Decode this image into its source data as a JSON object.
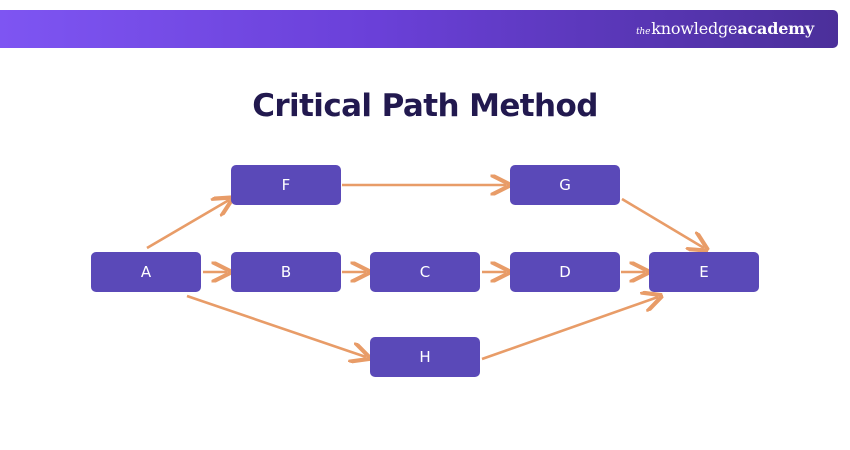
{
  "header": {
    "brand_prefix": "the",
    "brand_main": "knowledge",
    "brand_suffix": "academy"
  },
  "title": "Critical Path Method",
  "colors": {
    "node_fill": "#5a49b8",
    "edge": "#e89c68",
    "title": "#22194f"
  },
  "nodes": [
    {
      "id": "A",
      "label": "A"
    },
    {
      "id": "F",
      "label": "F"
    },
    {
      "id": "B",
      "label": "B"
    },
    {
      "id": "H",
      "label": "H"
    },
    {
      "id": "C",
      "label": "C"
    },
    {
      "id": "G",
      "label": "G"
    },
    {
      "id": "D",
      "label": "D"
    },
    {
      "id": "E",
      "label": "E"
    }
  ],
  "edges": [
    {
      "from": "A",
      "to": "F"
    },
    {
      "from": "A",
      "to": "B"
    },
    {
      "from": "A",
      "to": "H"
    },
    {
      "from": "F",
      "to": "G"
    },
    {
      "from": "B",
      "to": "C"
    },
    {
      "from": "C",
      "to": "D"
    },
    {
      "from": "D",
      "to": "E"
    },
    {
      "from": "G",
      "to": "E"
    },
    {
      "from": "H",
      "to": "E"
    }
  ]
}
